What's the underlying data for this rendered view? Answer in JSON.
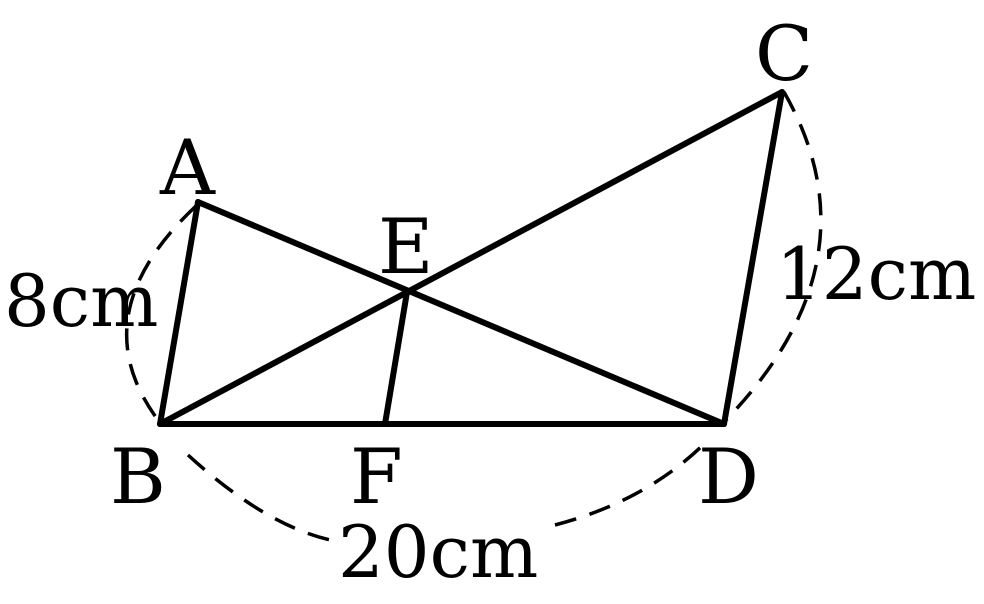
{
  "points": {
    "A": "A",
    "B": "B",
    "C": "C",
    "D": "D",
    "E": "E",
    "F": "F"
  },
  "lengths": {
    "AB": "8cm",
    "CD": "12cm",
    "BD": "20cm"
  },
  "segments": [
    "AB",
    "BD",
    "CD",
    "AD",
    "BC",
    "EF"
  ],
  "dashed_arcs": [
    "AB",
    "CD",
    "BD"
  ],
  "colors": {
    "stroke": "#000000",
    "background": "#ffffff"
  }
}
